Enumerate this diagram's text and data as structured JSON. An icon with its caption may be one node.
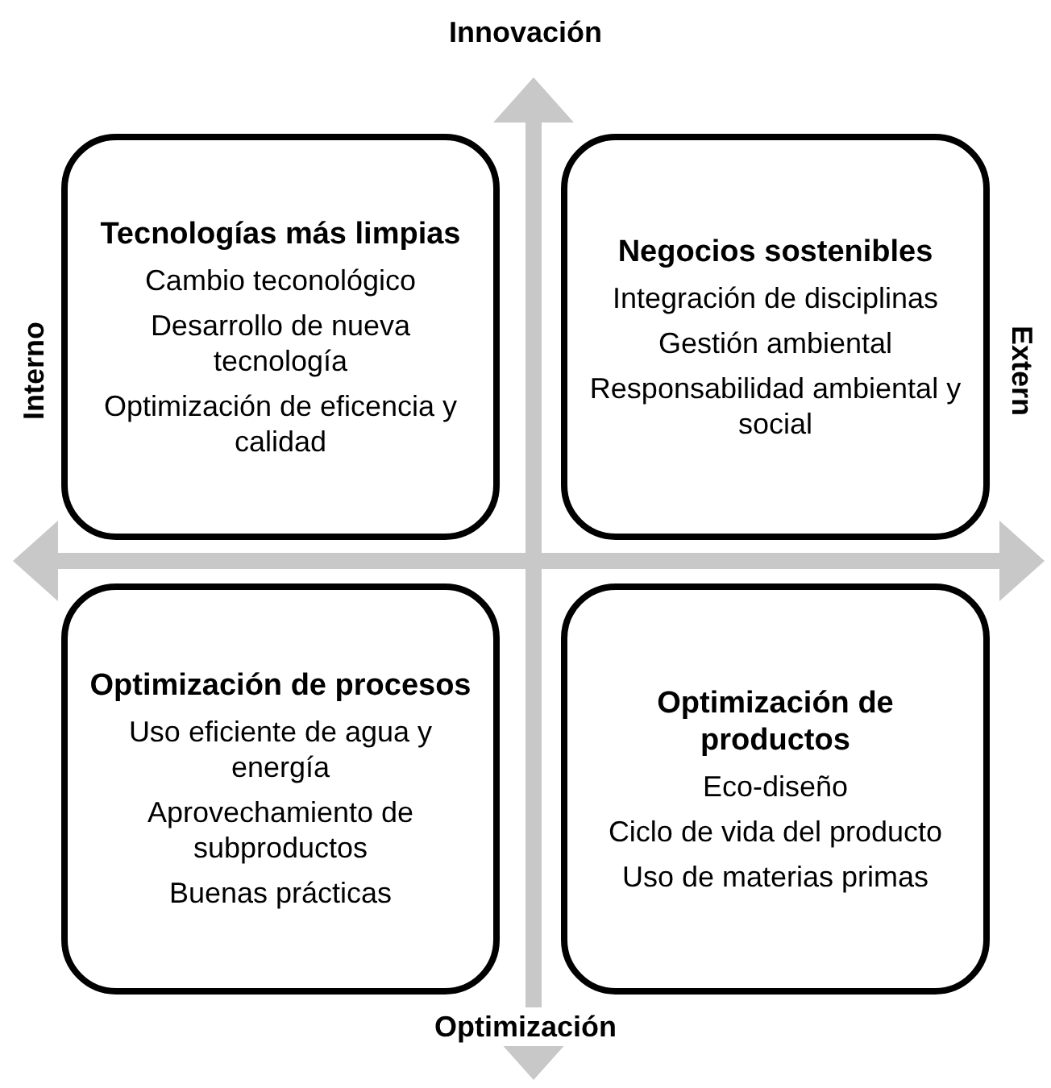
{
  "diagram": {
    "nodes": [
      {
        "text": [
          "Tecnologías más limpias",
          "Cambio teconológico",
          "Desarrollo de nueva tecnología",
          "Optimización de eficencia y calidad"
        ]
      },
      {
        "text": [
          "Negocios sostenibles",
          "Integración de disciplinas",
          "Gestión ambiental",
          "Responsabilidad ambiental y social"
        ]
      },
      {
        "text": [
          "Optimización de procesos",
          "Uso eficiente de agua y energía",
          "Aprovechamiento de subproductos",
          "Buenas prácticas"
        ]
      },
      {
        "text": [
          "Optimización de productos",
          "Eco-diseño",
          "Ciclo de vida del producto",
          "Uso de materias primas"
        ]
      }
    ],
    "labels": [
      "Innovación",
      "Interno",
      "Extern",
      "Optimización"
    ]
  }
}
